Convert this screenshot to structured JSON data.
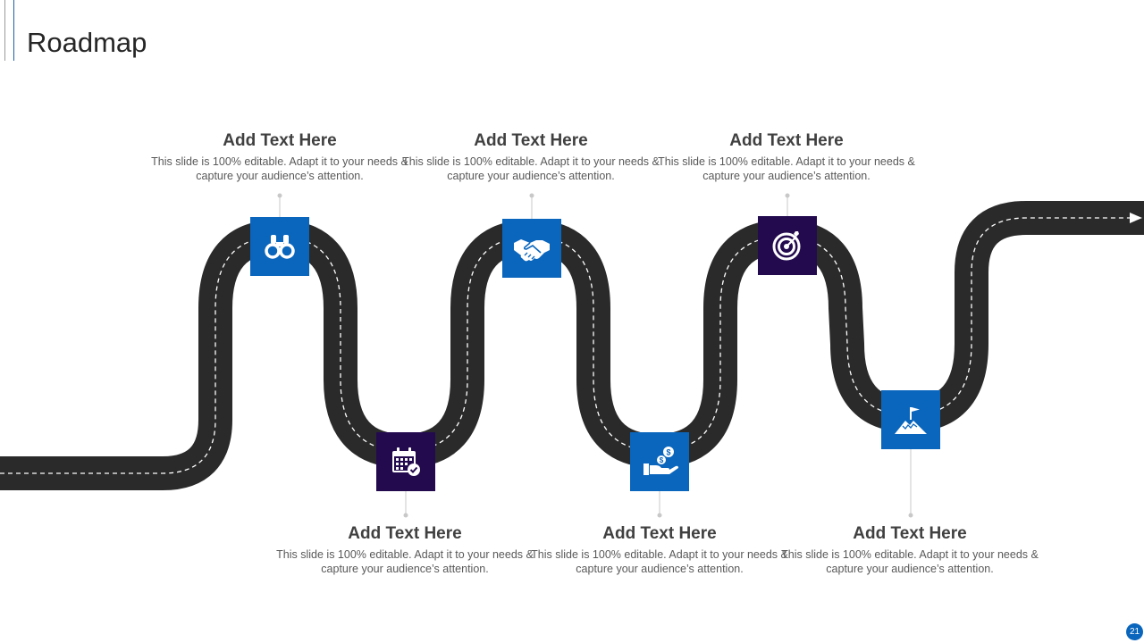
{
  "slide": {
    "title": "Roadmap",
    "page_number": "21"
  },
  "colors": {
    "road": "#2a2a2a",
    "blue": "#0a66bd",
    "purple": "#230a4e",
    "accent_line": "#1f5fa8",
    "page_badge": "#0a66bd"
  },
  "milestones": [
    {
      "heading": "Add Text Here",
      "description": "This slide is 100% editable. Adapt it to your needs & capture your audience’s attention.",
      "icon": "binoculars-icon",
      "color": "#0a66bd"
    },
    {
      "heading": "Add Text Here",
      "description": "This slide is 100% editable. Adapt it to your needs & capture your audience’s attention.",
      "icon": "calendar-check-icon",
      "color": "#230a4e"
    },
    {
      "heading": "Add Text Here",
      "description": "This slide is 100% editable. Adapt it to your needs & capture your audience’s attention.",
      "icon": "handshake-icon",
      "color": "#0a66bd"
    },
    {
      "heading": "Add Text Here",
      "description": "This slide is 100% editable. Adapt it to your needs & capture your audience’s attention.",
      "icon": "hand-money-icon",
      "color": "#0a66bd"
    },
    {
      "heading": "Add Text Here",
      "description": "This slide is 100% editable. Adapt it to your needs & capture your audience’s attention.",
      "icon": "target-icon",
      "color": "#230a4e"
    },
    {
      "heading": "Add Text Here",
      "description": "This slide is 100% editable. Adapt it to your needs & capture your audience’s attention.",
      "icon": "mountain-flag-icon",
      "color": "#0a66bd"
    }
  ]
}
